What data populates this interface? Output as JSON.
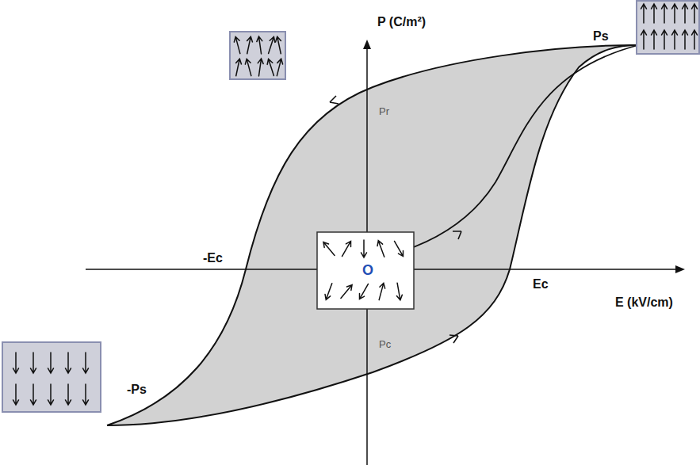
{
  "diagram": {
    "labels": [
      "P (C/m²)",
      "Ps",
      "Pr",
      "-Ec",
      "Ec",
      "E (kV/cm)",
      "-Ps",
      "O",
      "Pc"
    ]
  }
}
